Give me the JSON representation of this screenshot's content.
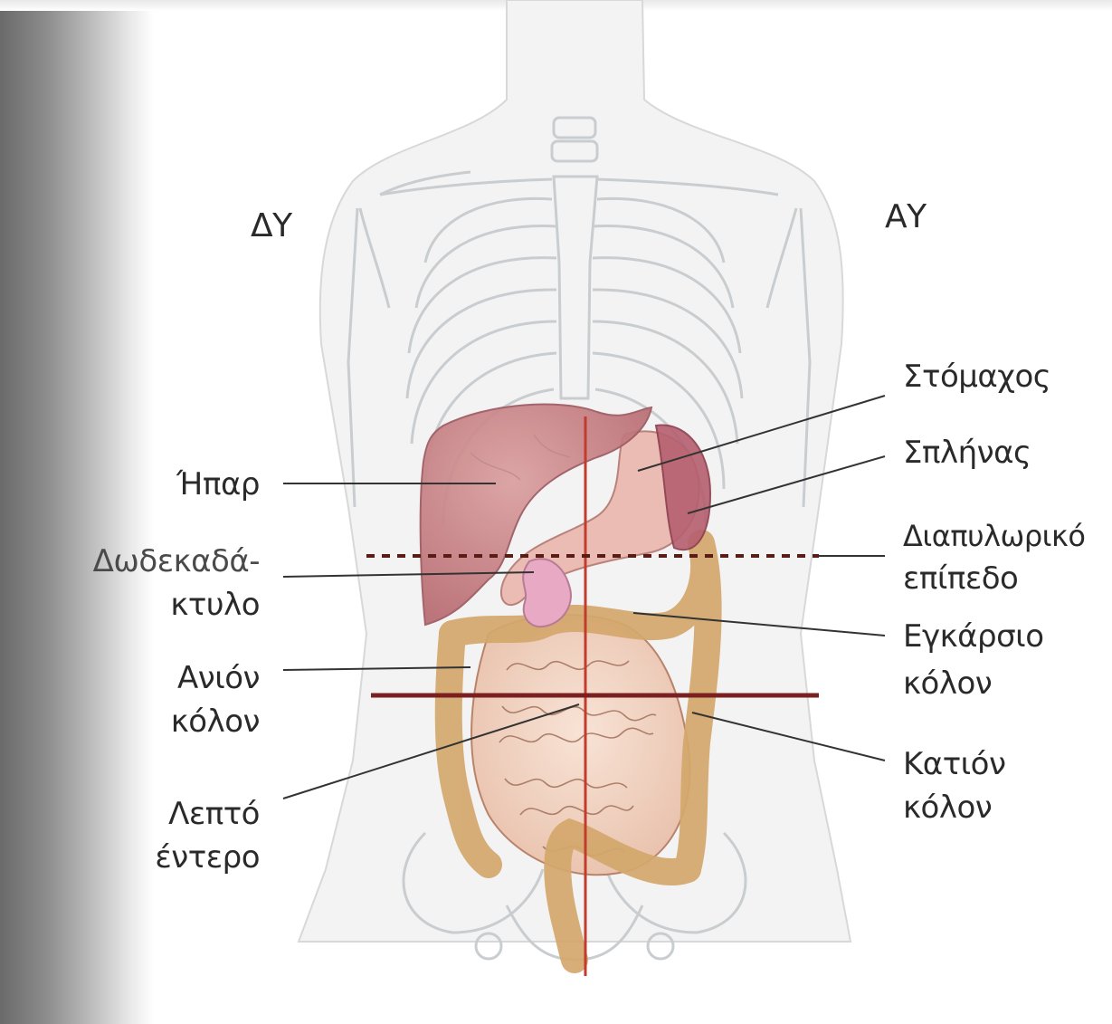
{
  "orientation": {
    "patient_right": "ΔΥ",
    "patient_left": "ΑΥ"
  },
  "labels_left": {
    "liver": "Ήπαρ",
    "duodenum_1": "Δωδεκαδά-",
    "duodenum_2": "κτυλο",
    "ascending_colon_1": "Ανιόν",
    "ascending_colon_2": "κόλον",
    "small_intestine_1": "Λεπτό",
    "small_intestine_2": "έντερο"
  },
  "labels_right": {
    "stomach": "Στόμαχος",
    "spleen": "Σπλήνας",
    "transpyloric_plane_1": "Διαπυλωρικό",
    "transpyloric_plane_2": "επίπεδο",
    "transverse_colon_1": "Εγκάρσιο",
    "transverse_colon_2": "κόλον",
    "descending_colon_1": "Κατιόν",
    "descending_colon_2": "κόλον"
  },
  "colors": {
    "bone_outline": "#c9cdd0",
    "liver": "#c77f82",
    "stomach": "#e8b8b0",
    "spleen": "#b05a6a",
    "colon": "#d9b27a",
    "small_intestine": "#f1d2c2",
    "quadrant_line": "#c23b2c",
    "leader_line": "#333333"
  }
}
